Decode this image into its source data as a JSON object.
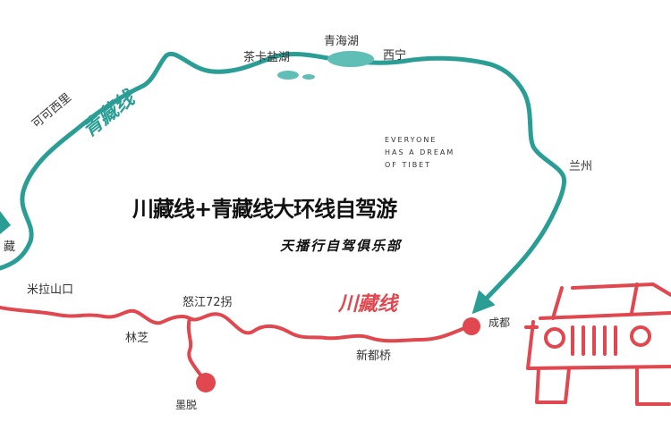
{
  "title": "川藏线+青藏线大环线自驾游",
  "subtitle": "天播行自驾俱乐部",
  "slogan": [
    "EVERYONE",
    "HAS A DREAM",
    "OF TIBET"
  ],
  "routes": {
    "qinghai_tibet": {
      "name": "青藏线",
      "color": "#2a9d95"
    },
    "sichuan_tibet": {
      "name": "川藏线",
      "color": "#e0474e"
    }
  },
  "places": {
    "chaka": "茶卡盐湖",
    "qinghai_lake": "青海湖",
    "xining": "西宁",
    "kekexili": "可可西里",
    "lanzhou": "兰州",
    "chengdu": "成都",
    "milashankou": "米拉山口",
    "nujiang72": "怒江72拐",
    "linzhi": "林芝",
    "motuo": "墨脱",
    "xindouqiao": "新都桥",
    "lhasa_partial": "藏"
  },
  "colors": {
    "teal": "#2a9d95",
    "red": "#e0474e",
    "lake": "#5fbfb6"
  }
}
